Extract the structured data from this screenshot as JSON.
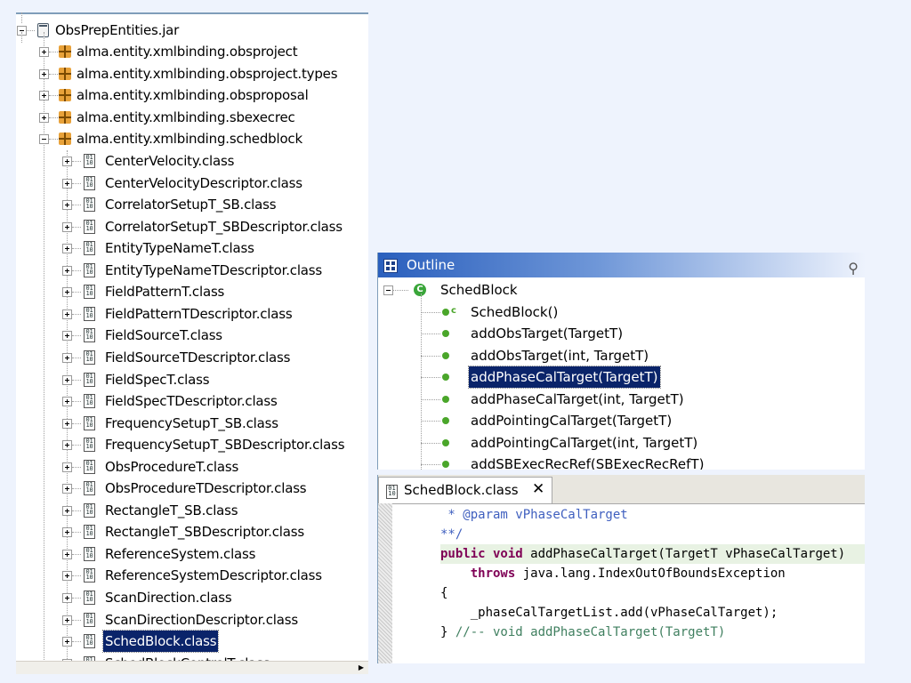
{
  "tree": {
    "jar": "ObsPrepEntities.jar",
    "packages": [
      "alma.entity.xmlbinding.obsproject",
      "alma.entity.xmlbinding.obsproject.types",
      "alma.entity.xmlbinding.obsproposal",
      "alma.entity.xmlbinding.sbexecrec",
      "alma.entity.xmlbinding.schedblock"
    ],
    "classes": [
      "CenterVelocity.class",
      "CenterVelocityDescriptor.class",
      "CorrelatorSetupT_SB.class",
      "CorrelatorSetupT_SBDescriptor.class",
      "EntityTypeNameT.class",
      "EntityTypeNameTDescriptor.class",
      "FieldPatternT.class",
      "FieldPatternTDescriptor.class",
      "FieldSourceT.class",
      "FieldSourceTDescriptor.class",
      "FieldSpecT.class",
      "FieldSpecTDescriptor.class",
      "FrequencySetupT_SB.class",
      "FrequencySetupT_SBDescriptor.class",
      "ObsProcedureT.class",
      "ObsProcedureTDescriptor.class",
      "RectangleT_SB.class",
      "RectangleT_SBDescriptor.class",
      "ReferenceSystem.class",
      "ReferenceSystemDescriptor.class",
      "ScanDirection.class",
      "ScanDirectionDescriptor.class",
      "SchedBlock.class",
      "SchedBlockControlT.class"
    ],
    "selected_class": "SchedBlock.class"
  },
  "outline": {
    "title": "Outline",
    "root": "SchedBlock",
    "members": [
      "SchedBlock()",
      "addObsTarget(TargetT)",
      "addObsTarget(int, TargetT)",
      "addPhaseCalTarget(TargetT)",
      "addPhaseCalTarget(int, TargetT)",
      "addPointingCalTarget(TargetT)",
      "addPointingCalTarget(int, TargetT)",
      "addSBExecRecRef(SBExecRecRefT)"
    ],
    "selected_member": "addPhaseCalTarget(TargetT)"
  },
  "editor": {
    "tab_label": "SchedBlock.class",
    "lines": {
      "l1_doc": " * @param vPhaseCalTarget",
      "l2_doc": "**/",
      "l3_kw": "public void",
      "l3_rest": " addPhaseCalTarget(TargetT vPhaseCalTarget)",
      "l4_kw": "    throws",
      "l4_rest": " java.lang.IndexOutOfBoundsException",
      "l5": "{",
      "l6": "    _phaseCalTargetList.add(vPhaseCalTarget);",
      "l7_brace": "} ",
      "l7_comment": "//-- void addPhaseCalTarget(TargetT)"
    }
  }
}
